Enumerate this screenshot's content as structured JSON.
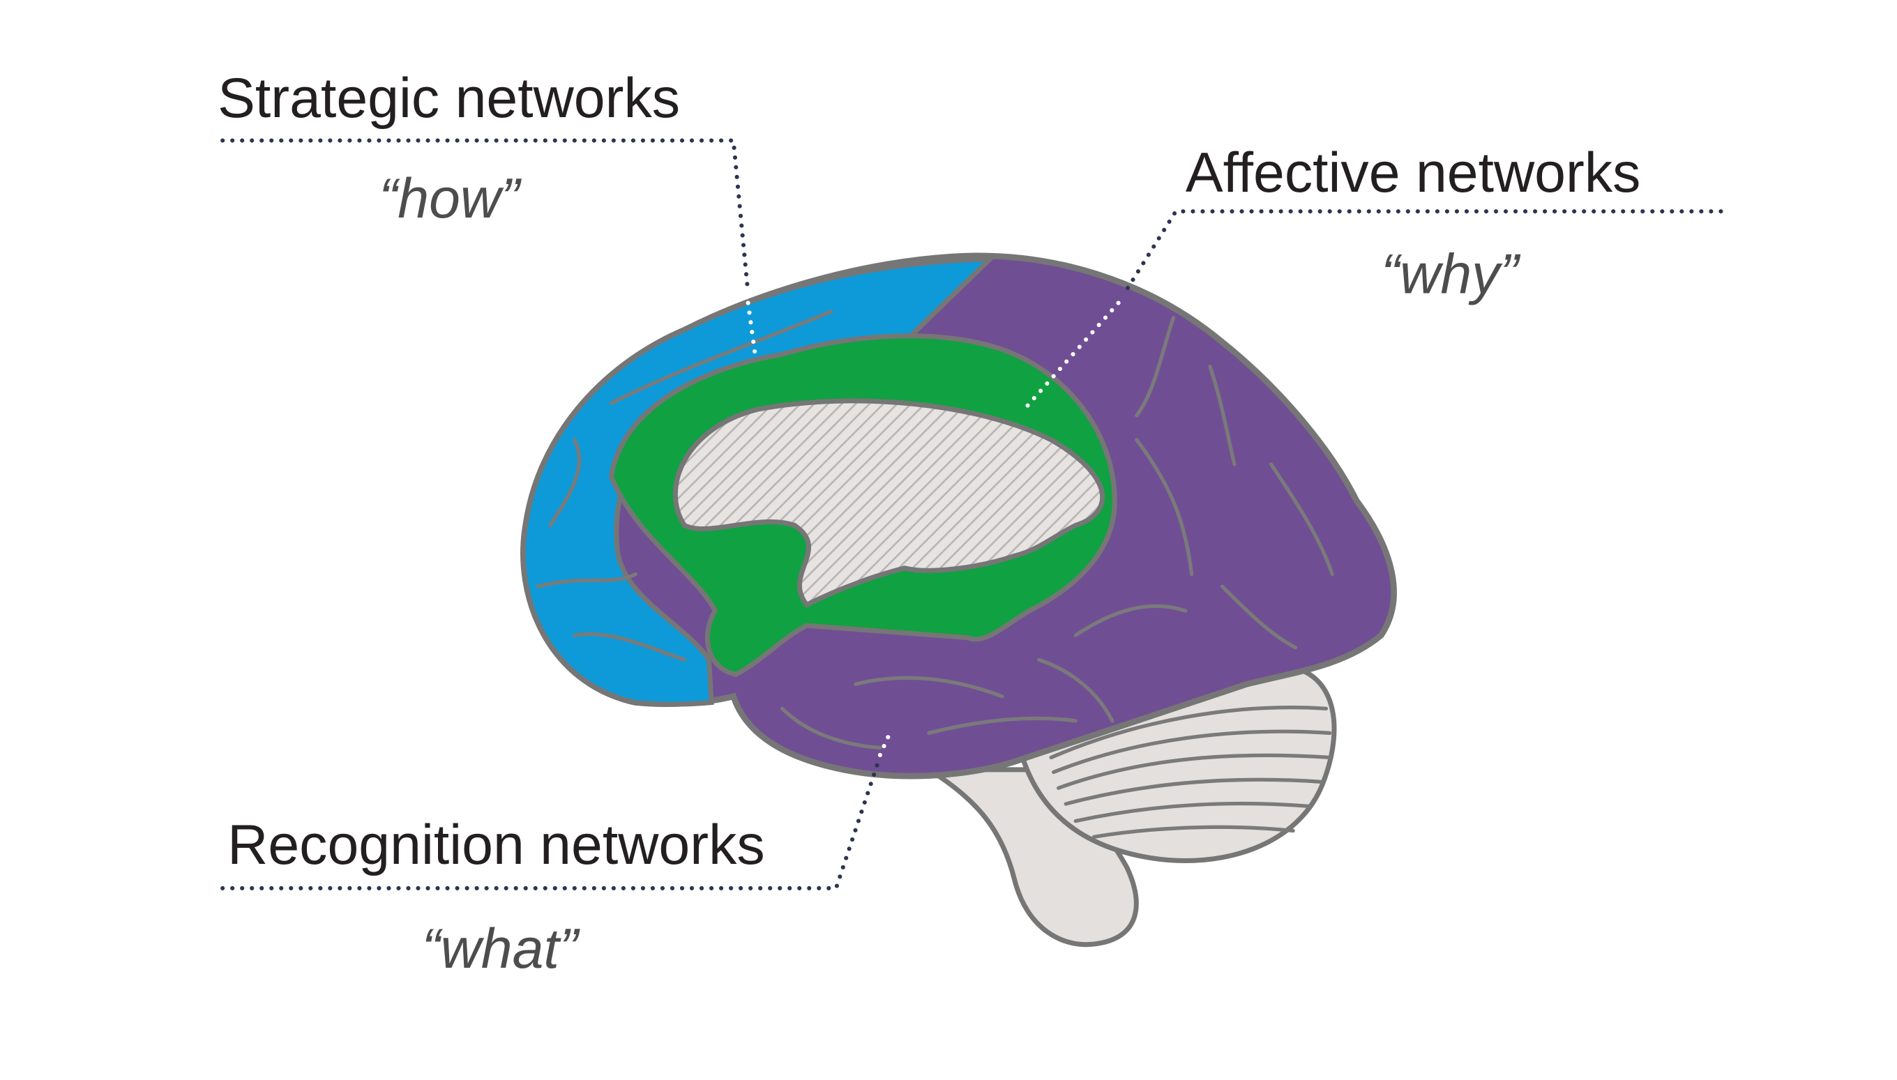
{
  "labels": {
    "strategic": {
      "title": "Strategic networks",
      "subtitle": "“how”"
    },
    "affective": {
      "title": "Affective networks",
      "subtitle": "“why”"
    },
    "recognition": {
      "title": "Recognition networks",
      "subtitle": "“what”"
    }
  },
  "colors": {
    "strategic": "#0e9ad8",
    "affective": "#10a142",
    "recognition": "#704e94",
    "outline": "#767676",
    "neutral": "#e3e0dd",
    "leader": "#2b3550"
  }
}
